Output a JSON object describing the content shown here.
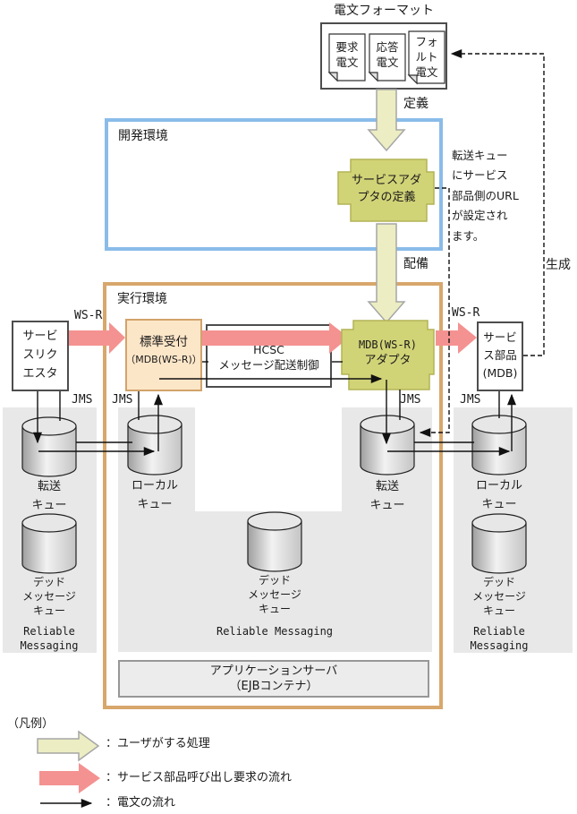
{
  "title": "電文フォーマット",
  "papers": {
    "p1": "要求\n電文",
    "p2": "応答\n電文",
    "p3": "フォ\nルト\n電文"
  },
  "flow_labels": {
    "define": "定義",
    "deploy": "配備",
    "generate": "生成"
  },
  "protocol": {
    "wsr": "WS-R",
    "jms": "JMS"
  },
  "note": "転送キュー\nにサービス\n部品側のURL\nが設定され\nます。",
  "dev_env": {
    "title": "開発環境",
    "adapter_def": "サービスアダ\nプタの定義"
  },
  "exec_env": {
    "title": "実行環境"
  },
  "boxes": {
    "requester": "サービ\nスリク\nエスタ",
    "std_reception_l1": "標準受付",
    "std_reception_l2": "（MDB(WS-R)）",
    "hcsc": "HCSC\nメッセージ配送制御",
    "mdb_adapter_l1": "MDB(WS-R)",
    "mdb_adapter_l2": "アダプタ",
    "service_part": "サービ\nス部品\n(MDB)",
    "app_server": "アプリケーションサーバ\n（EJBコンテナ）"
  },
  "queues": {
    "transfer": "転送\nキュー",
    "local": "ローカル\nキュー",
    "dead": "デッド\nメッセージ\nキュー"
  },
  "reliable_messaging": {
    "stacked": "Reliable\nMessaging",
    "inline": "Reliable Messaging"
  },
  "legend": {
    "title": "（凡例）",
    "user_action": "：ユーザがする処理",
    "service_call": "：サービス部品呼び出し要求の流れ",
    "message_flow": "：電文の流れ"
  },
  "colors": {
    "user_arrow": "#ecedc2",
    "service_arrow": "#f49291",
    "green_box": "#d1d377",
    "green_border": "#b2b455",
    "peach_box": "#fce6c8",
    "peach_border": "#d2a36b",
    "dev_border": "#8abce9",
    "exec_border": "#d8a76c",
    "panel": "#e8e8e8"
  }
}
